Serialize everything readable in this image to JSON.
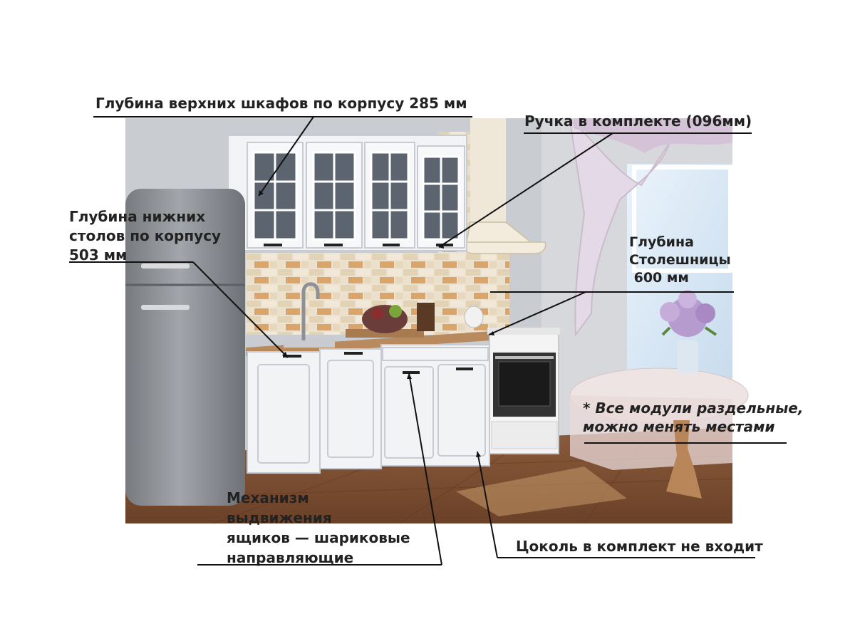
{
  "labels": {
    "upper_depth": "Глубина верхних шкафов по корпусу 285 мм",
    "handle": "Ручка в комплекте (096мм)",
    "lower_depth": [
      "Глубина нижних",
      "столов по корпусу",
      "503 мм"
    ],
    "countertop": [
      "Глубина",
      "Столешницы",
      " 600 мм"
    ],
    "modules_note": [
      "* Все модули раздельные,",
      "можно менять местами"
    ],
    "drawer_mechanism": [
      "Механизм",
      "выдвижения",
      "ящиков — шариковые",
      "направляющие"
    ],
    "plinth": "Цоколь в комплект не входит"
  },
  "colors": {
    "cabinet_white": "#f2f3f5",
    "fridge_grey": "#8d9196",
    "wall_grey": "#c9ccd0",
    "floor_wood": "#7a4e33",
    "tile_beige": "#e9dcc6",
    "tile_accent": "#d9a56b",
    "text": "#222222"
  }
}
